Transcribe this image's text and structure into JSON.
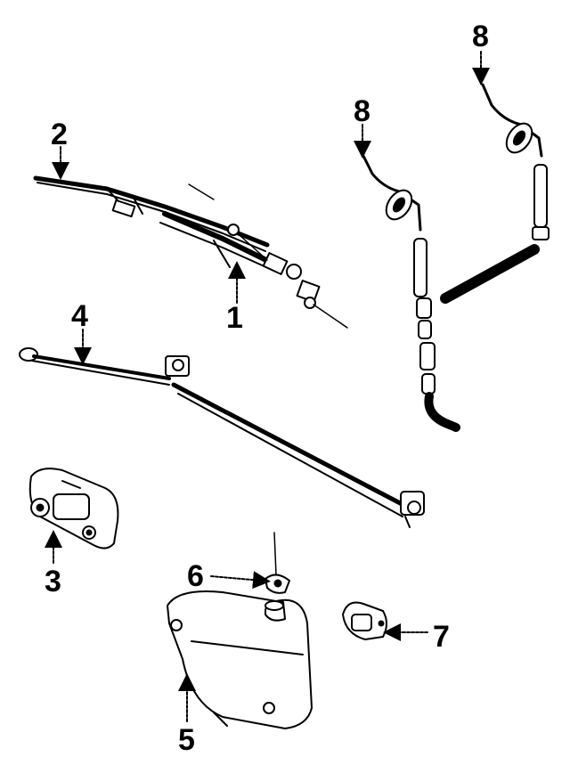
{
  "callouts": [
    "1",
    "2",
    "3",
    "4",
    "5",
    "6",
    "7",
    "8",
    "8"
  ],
  "colors": {
    "line": "#000000",
    "background": "#ffffff"
  }
}
